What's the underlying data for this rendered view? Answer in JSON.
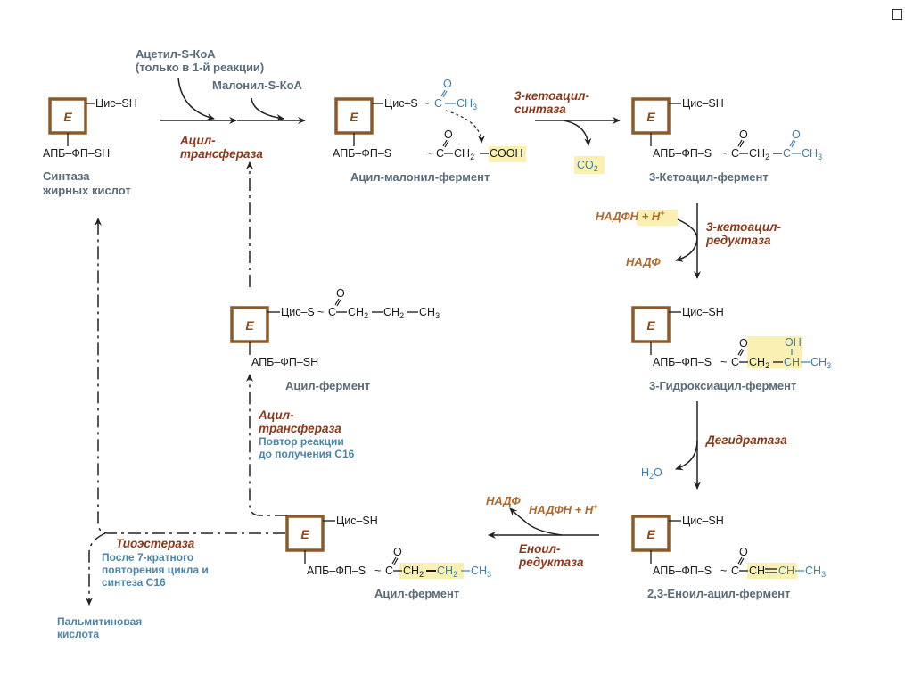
{
  "enzyme_letter": "E",
  "groups": {
    "cys_sh": "Цис–SH",
    "cys_s": "Цис–S",
    "apb_fp_sh": "АПБ–ФП–SH",
    "apb_fp_s": "АПБ–ФП–S",
    "O": "O",
    "C": "C",
    "CH": "CH",
    "CH2": "CH",
    "CH3": "CH",
    "sub2": "2",
    "sub3": "3",
    "COOH": "COOH",
    "OH": "OH",
    "CO2": "CO",
    "H2O_H": "H",
    "H2O_O": "O"
  },
  "labels": {
    "acetyl_coa": "Ацетил-S-КоА",
    "acetyl_note": "(только в 1-й реакции)",
    "malonyl_coa": "Малонил-S-КоА",
    "synthase_1": "Синтаза",
    "synthase_2": "жирных кислот",
    "acyl_malonyl": "Ацил-малонил-фермент",
    "ketoacyl_enz": "3-Кетоацил-фермент",
    "hydroxyacyl_enz": "3-Гидроксиацил-фермент",
    "enoyl_enz": "2,3-Еноил-ацил-фермент",
    "acyl_enz_top": "Ацил-фермент",
    "acyl_enz_bottom": "Ацил-фермент",
    "palmitic_1": "Пальмитиновая",
    "palmitic_2": "кислота"
  },
  "enzymes": {
    "acyltransferase_1a": "Ацил-",
    "acyltransferase_1b": "трансфераза",
    "ketoacyl_synthase_a": "3-кетоацил-",
    "ketoacyl_synthase_b": "синтаза",
    "ketoacyl_reductase_a": "3-кетоацил-",
    "ketoacyl_reductase_b": "редуктаза",
    "dehydratase": "Дегидратаза",
    "enoyl_reductase_a": "Еноил-",
    "enoyl_reductase_b": "редуктаза",
    "acyltransferase_2a": "Ацил-",
    "acyltransferase_2b": "трансфераза",
    "thioesterase": "Тиоэстераза"
  },
  "cofactors": {
    "nadph_1": "НАДФН + H",
    "nadp_1": "НАДФ",
    "nadph_2": "НАДФН + H",
    "nadp_2": "НАДФ",
    "plus": "+"
  },
  "notes": {
    "repeat_1": "Повтор реакции",
    "repeat_2": "до получения С16",
    "after_1": "После 7-кратного",
    "after_2": "повторения цикла и",
    "after_3": "синтеза С16"
  },
  "colors": {
    "enzyme_box": "#8b5a2b",
    "enzyme_name": "#8a3a1c",
    "cofactor": "#b06b2c",
    "label": "#5a6c7a",
    "note": "#4b86a8",
    "highlight": "#fbf0b4"
  }
}
